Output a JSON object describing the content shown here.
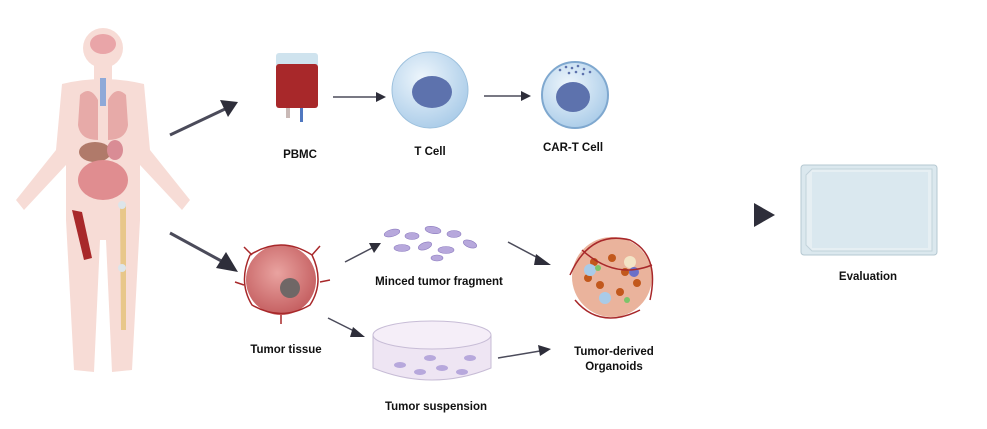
{
  "labels": {
    "pbmc": "PBMC",
    "t_cell": "T Cell",
    "car_t_cell": "CAR-T Cell",
    "tumor_tissue": "Tumor tissue",
    "minced_fragment": "Minced tumor fragment",
    "tumor_suspension": "Tumor suspension",
    "organoids_line1": "Tumor-derived",
    "organoids_line2": "Organoids",
    "evaluation": "Evaluation"
  },
  "colors": {
    "arrow": "#2e2e3a",
    "skin": "#f7dcd6",
    "blood": "#a8282a",
    "cell_blue": "#bcd8ee",
    "tumor_pink": "#d9797a",
    "plate": "#dbe8ee"
  }
}
